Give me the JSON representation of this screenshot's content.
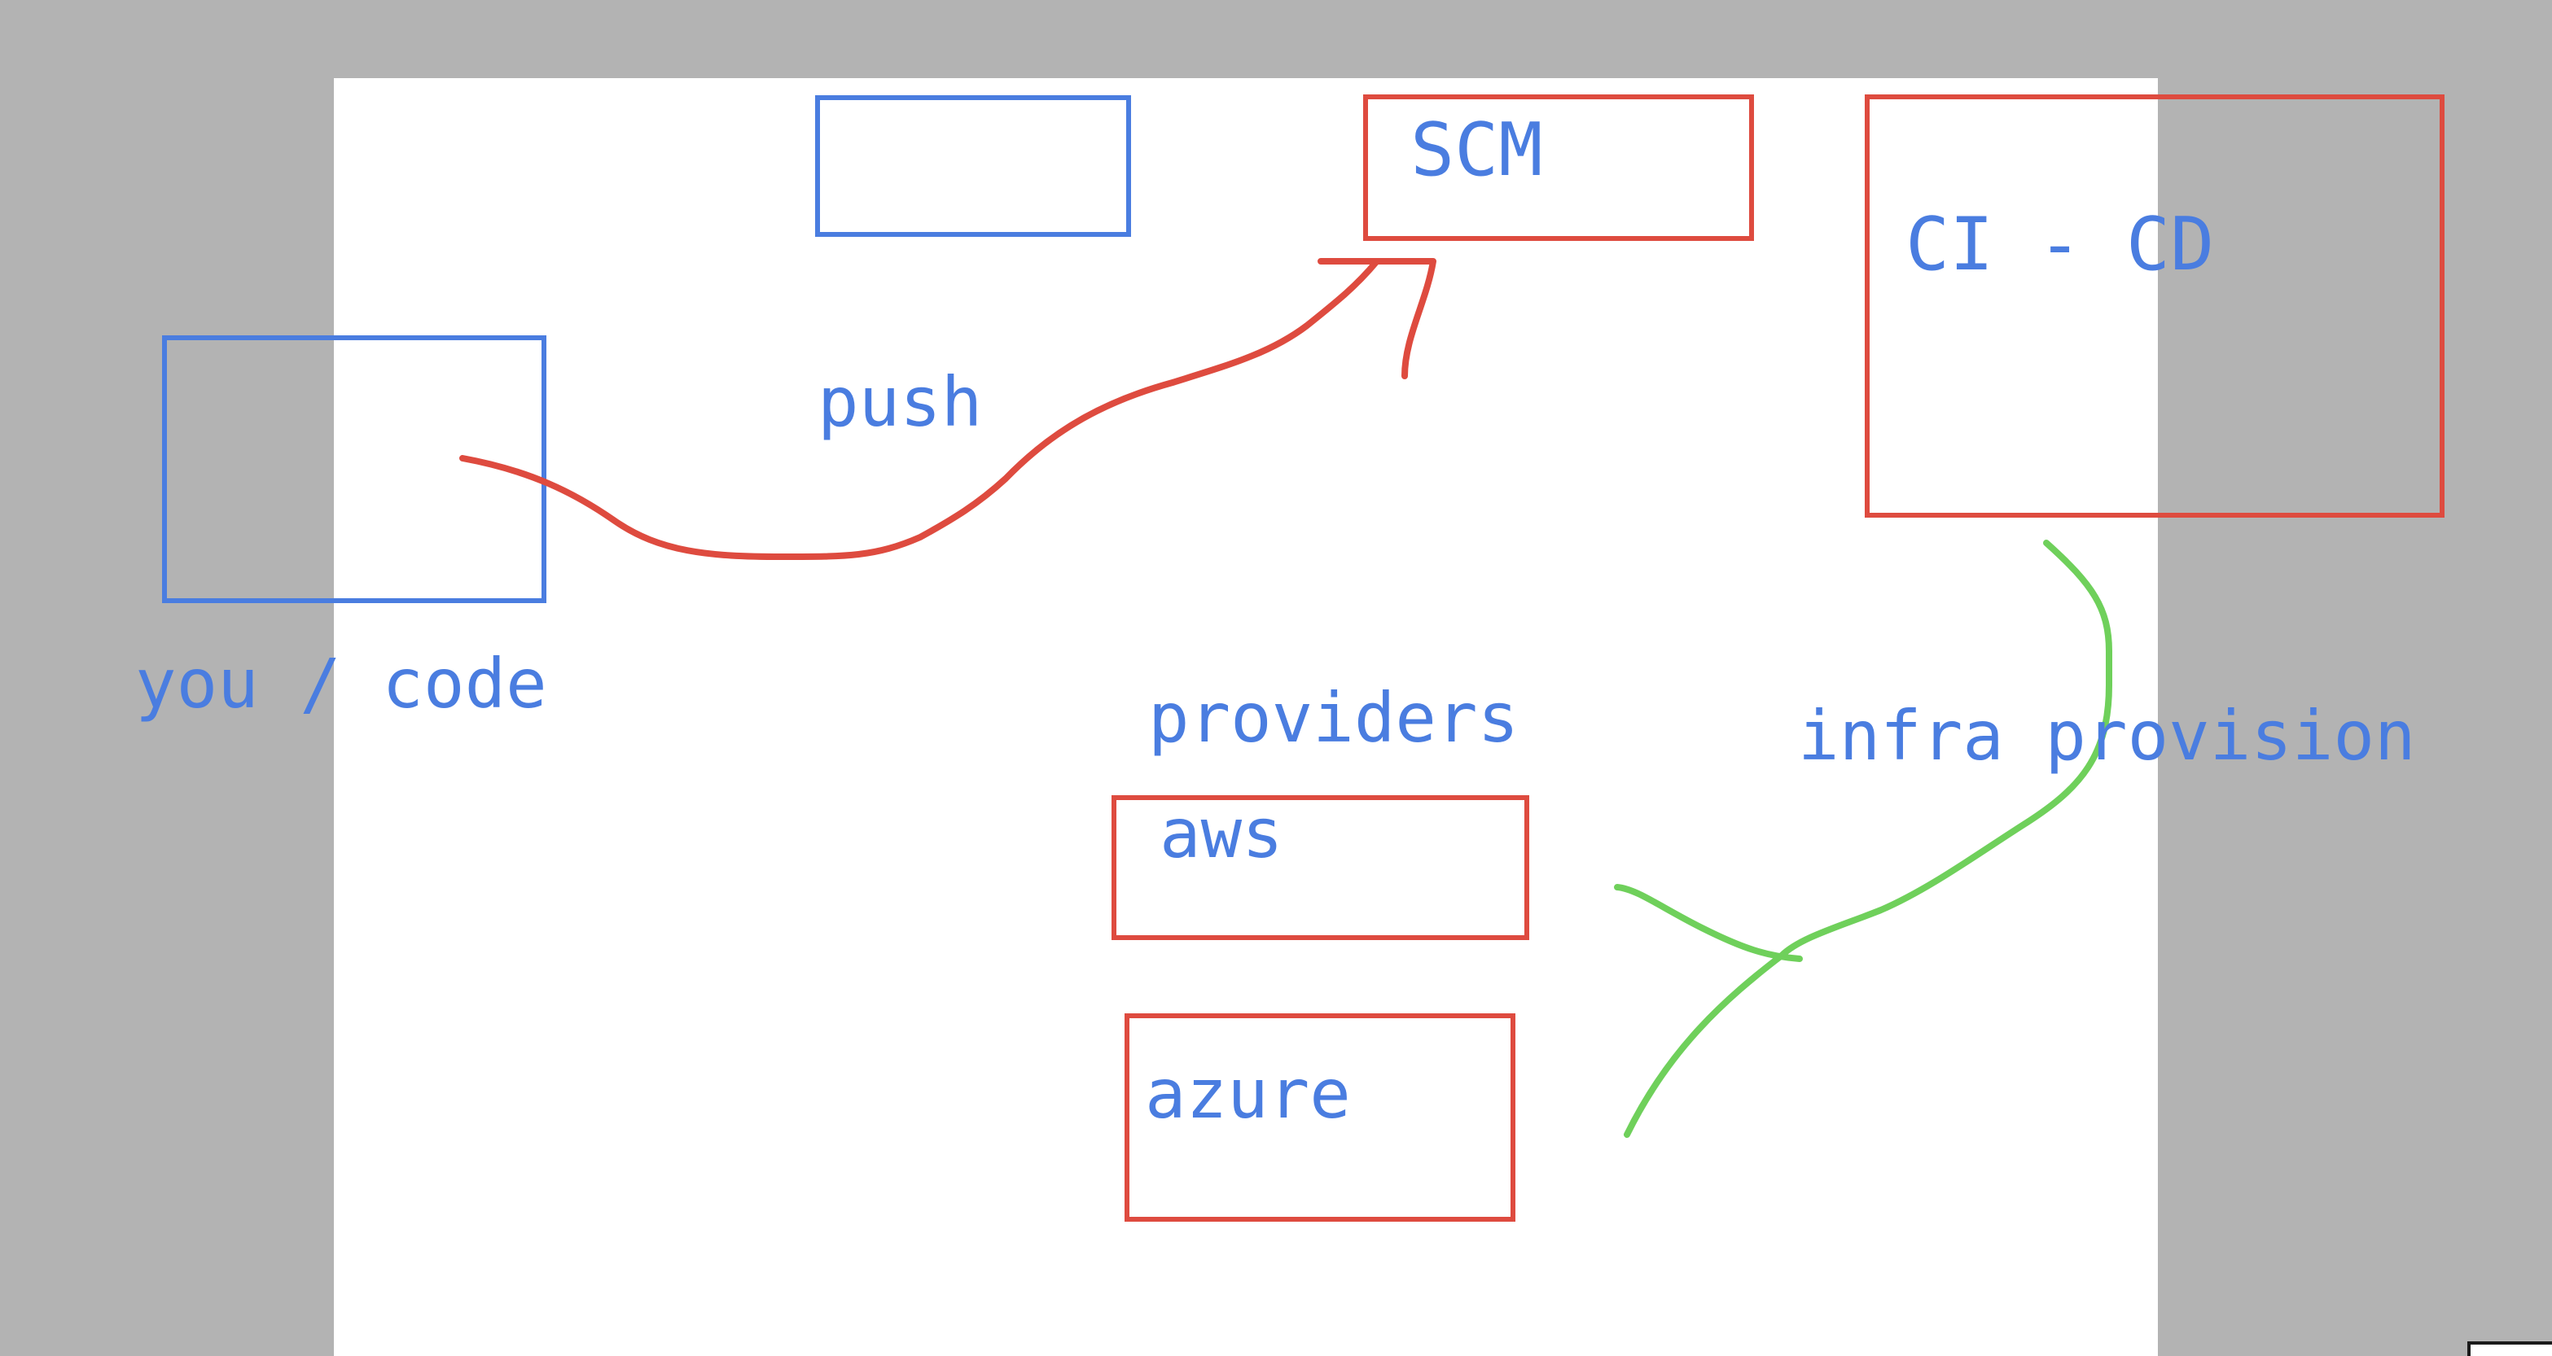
{
  "canvas": {
    "labels": {
      "scm": "SCM",
      "ci_cd": "CI - CD",
      "push": "push",
      "you_code": "you / code",
      "providers": "providers",
      "aws": "aws",
      "azure": "azure",
      "infra_provision": "infra provision"
    }
  },
  "colors": {
    "background": "#b3b3b3",
    "page": "#ffffff",
    "blue": "#4a7de0",
    "red": "#de4b3f",
    "green": "#6fd05b"
  }
}
